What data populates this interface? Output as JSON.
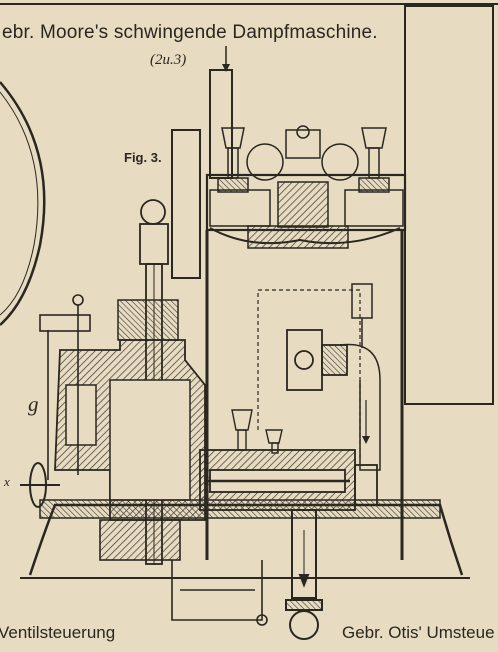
{
  "title": "ebr. Moore's schwingende Dampfmaschine.",
  "subtitle": "(2u.3)",
  "figure_label": "Fig. 3.",
  "labels": {
    "g": "g",
    "x": "x"
  },
  "captions": {
    "left": "Ventilsteuerung",
    "right": "Gebr. Otis' Umsteue"
  },
  "colors": {
    "paper": "#e7dcc1",
    "ink": "#2a2620",
    "hatch": "#3a342b"
  }
}
